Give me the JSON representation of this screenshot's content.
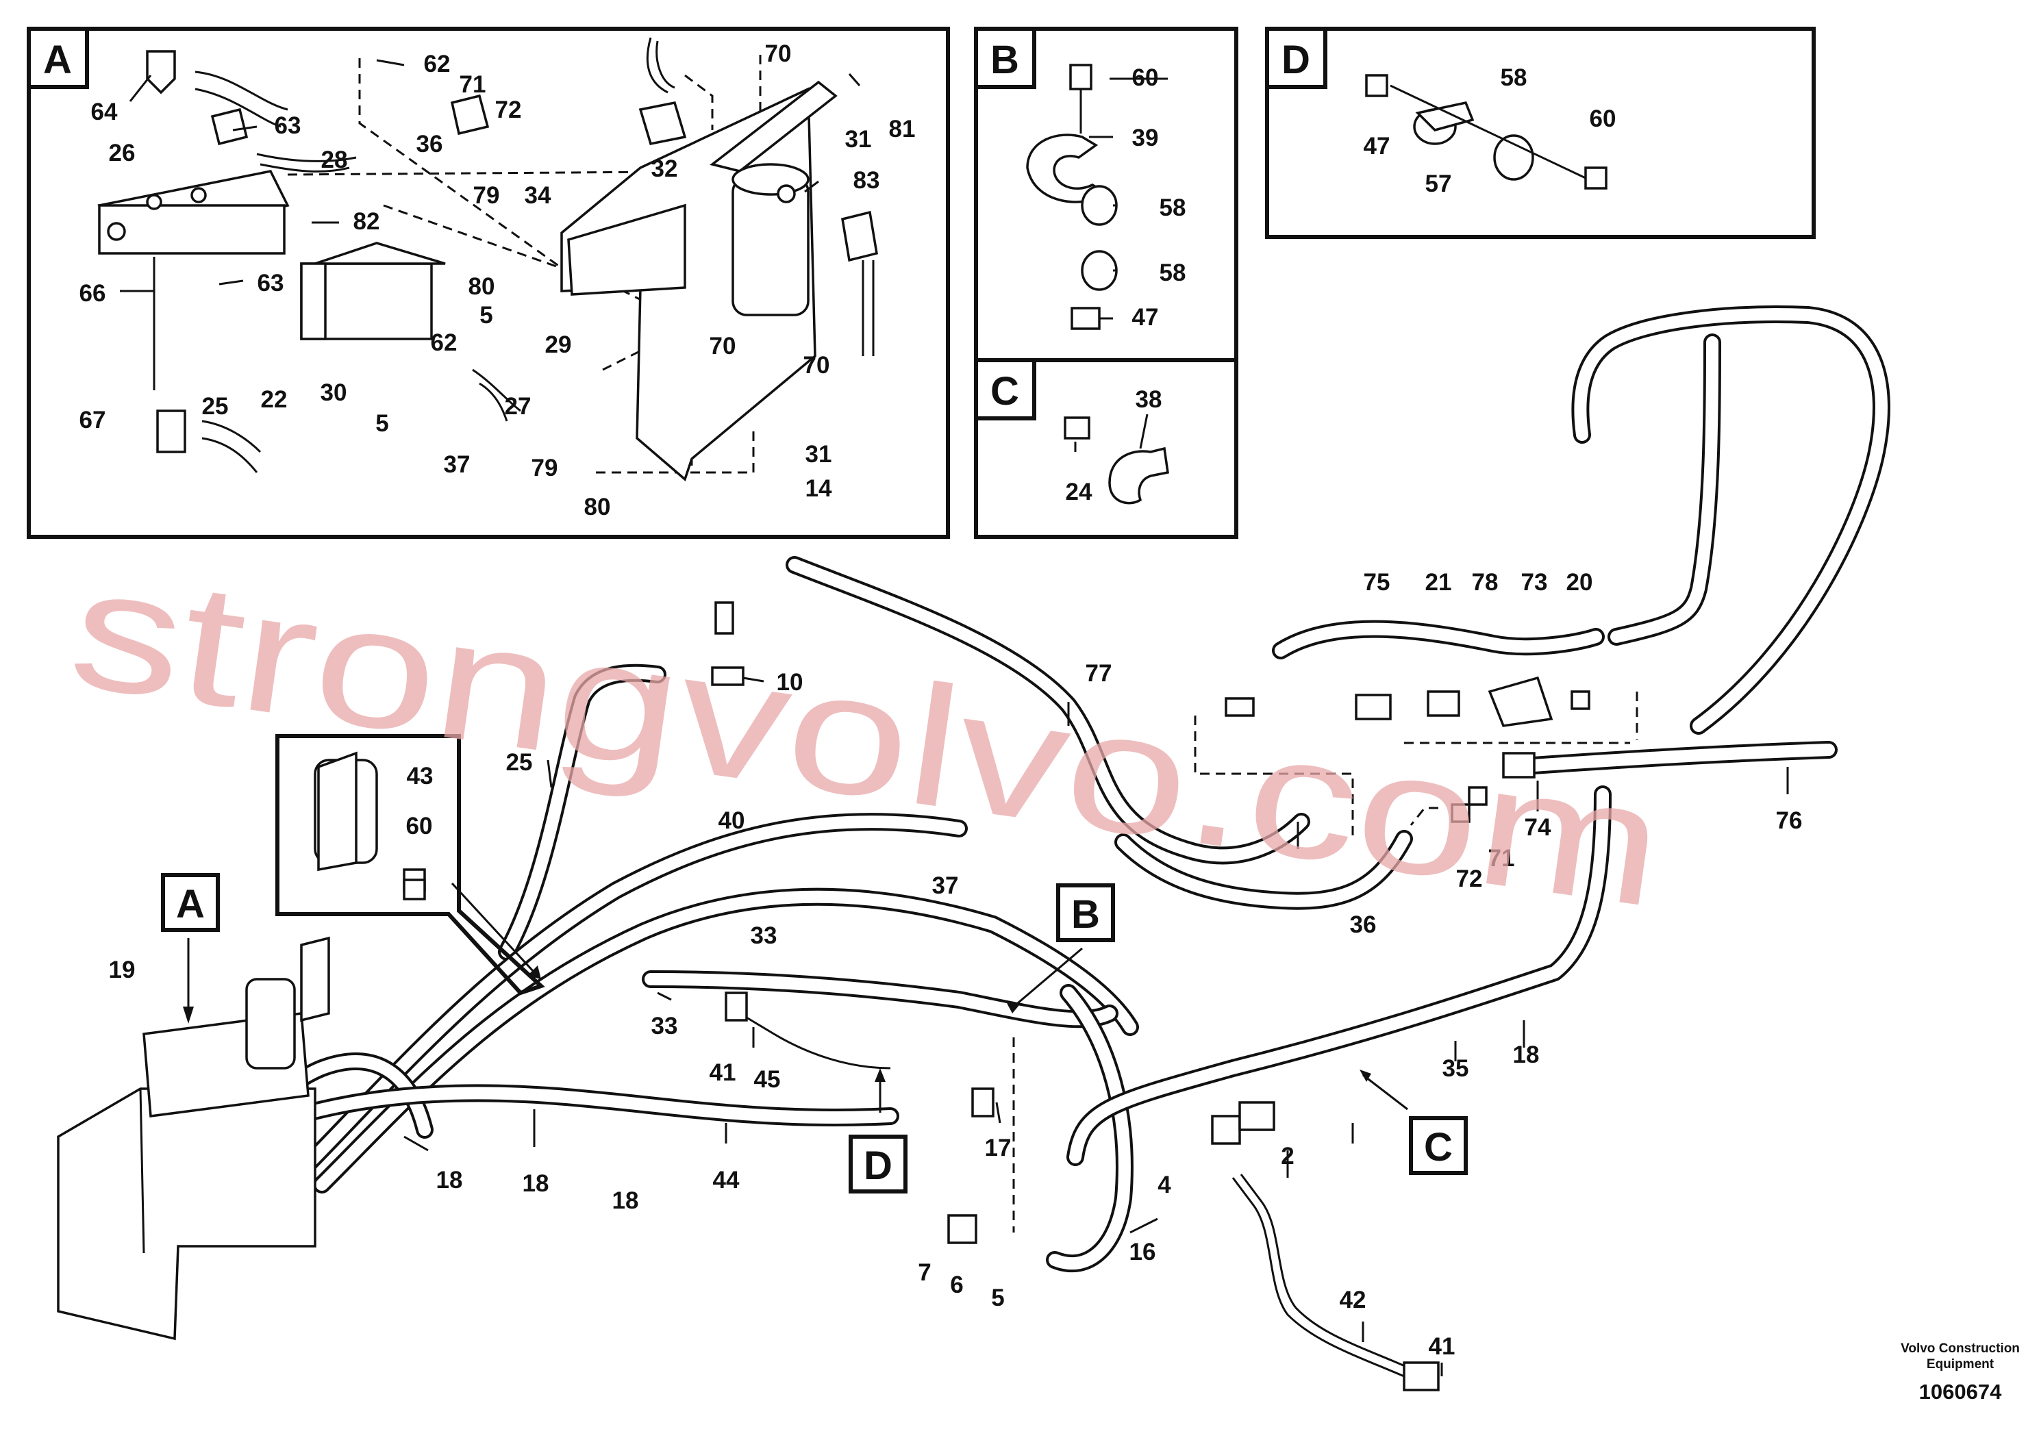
{
  "detail_boxes": [
    {
      "id": "A",
      "label": "A"
    },
    {
      "id": "B",
      "label": "B"
    },
    {
      "id": "C",
      "label": "C"
    },
    {
      "id": "D",
      "label": "D"
    }
  ],
  "main_callouts": [
    {
      "id": "A",
      "label": "A"
    },
    {
      "id": "B",
      "label": "B"
    },
    {
      "id": "C",
      "label": "C"
    },
    {
      "id": "D",
      "label": "D"
    }
  ],
  "detail_a_labels": [
    "64",
    "63",
    "28",
    "26",
    "62",
    "71",
    "72",
    "36",
    "70",
    "31",
    "81",
    "83",
    "32",
    "82",
    "79",
    "34",
    "80",
    "66",
    "63",
    "5",
    "62",
    "29",
    "70",
    "70",
    "25",
    "22",
    "30",
    "5",
    "27",
    "67",
    "37",
    "79",
    "80",
    "31",
    "14"
  ],
  "detail_b_labels": [
    "60",
    "39",
    "58",
    "58",
    "47"
  ],
  "detail_c_labels": [
    "38",
    "24"
  ],
  "detail_d_labels": [
    "47",
    "58",
    "57",
    "60"
  ],
  "main_labels": [
    "10",
    "77",
    "75",
    "21",
    "78",
    "73",
    "20",
    "25",
    "43",
    "60",
    "40",
    "37",
    "33",
    "33",
    "41",
    "45",
    "19",
    "18",
    "18",
    "18",
    "44",
    "17",
    "7",
    "6",
    "5",
    "16",
    "4",
    "2",
    "35",
    "18",
    "42",
    "41",
    "36",
    "72",
    "71",
    "74",
    "76"
  ],
  "watermark": "strongvolvo.com",
  "footer": {
    "company": "Volvo Construction",
    "company_line2": "Equipment",
    "doc_number": "1060674"
  }
}
